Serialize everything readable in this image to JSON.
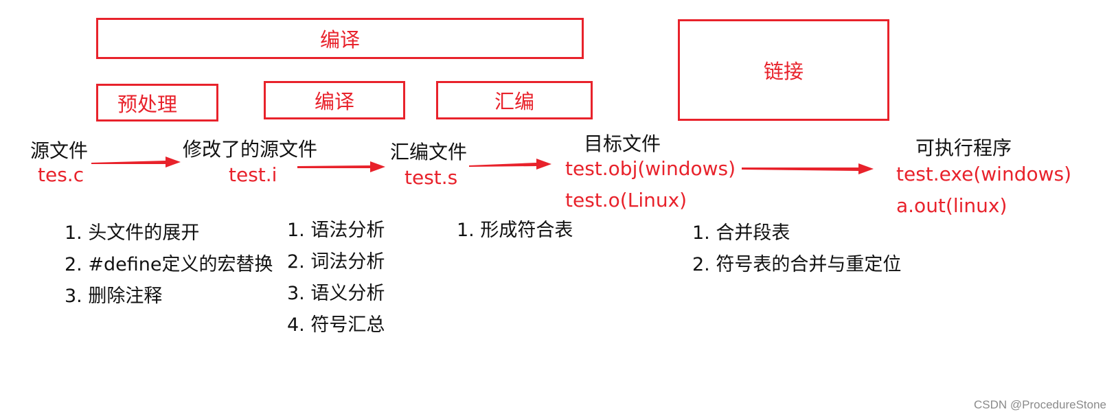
{
  "phases": {
    "compile_label": "编译",
    "link_label": "链接",
    "preprocess_label": "预处理",
    "compile_sub_label": "编译",
    "assemble_label": "汇编"
  },
  "stages": {
    "source": {
      "title": "源文件",
      "files": [
        "tes.c"
      ]
    },
    "preprocessed": {
      "title": "修改了的源文件",
      "files": [
        "test.i"
      ]
    },
    "assembly": {
      "title": "汇编文件",
      "files": [
        "test.s"
      ]
    },
    "object": {
      "title": "目标文件",
      "files": [
        "test.obj(windows)",
        "test.o(Linux)"
      ]
    },
    "executable": {
      "title": "可执行程序",
      "files": [
        "test.exe(windows)",
        "a.out(linux)"
      ]
    }
  },
  "steps": {
    "preprocess": [
      "1. 头文件的展开",
      "2. #define定义的宏替换",
      "3. 删除注释"
    ],
    "compile": [
      "1. 语法分析",
      "2. 词法分析",
      "3. 语义分析",
      "4. 符号汇总"
    ],
    "assemble": [
      "1. 形成符合表"
    ],
    "link": [
      "1. 合并段表",
      "2. 符号表的合并与重定位"
    ]
  },
  "watermark": "CSDN @ProcedureStone",
  "colors": {
    "accent": "#e8222b",
    "text": "#111111"
  }
}
